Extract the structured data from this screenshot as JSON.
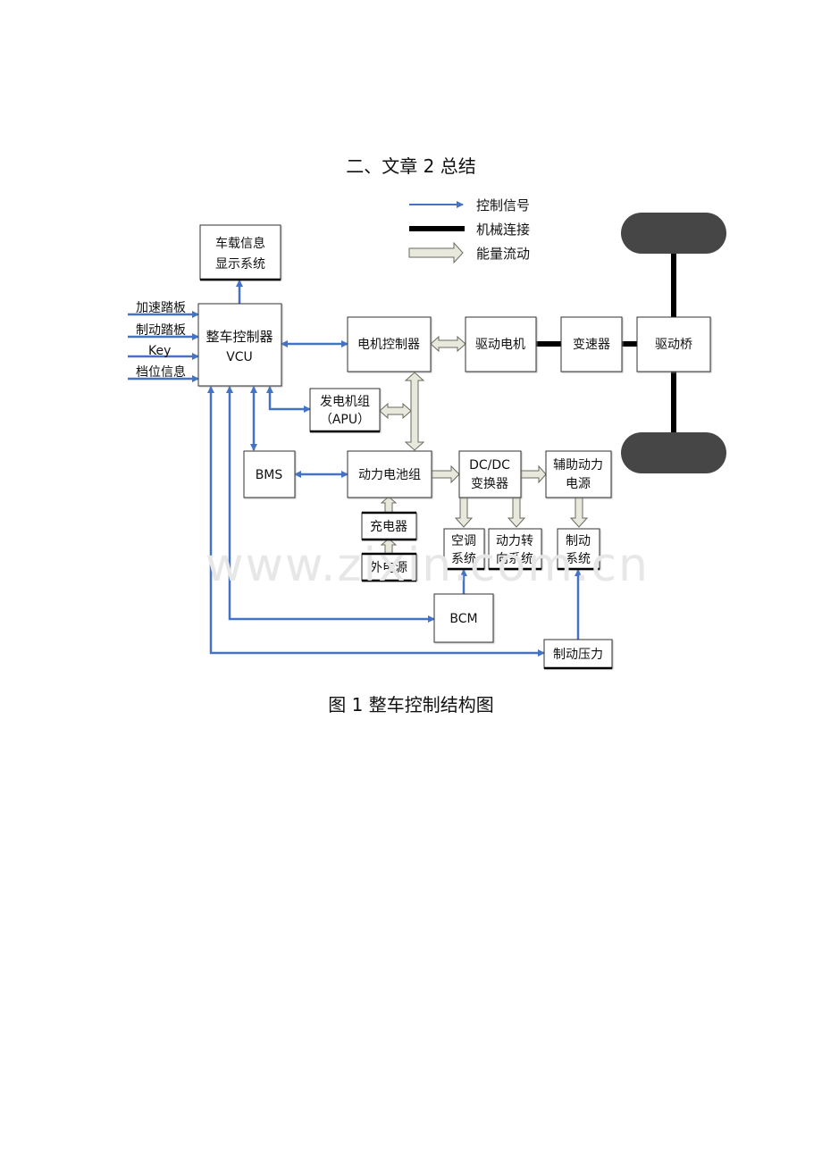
{
  "heading": "二、文章 2 总结",
  "caption": "图 1 整车控制结构图",
  "watermark": "www.zixin.com.cn",
  "legend": {
    "control_signal": "控制信号",
    "mechanical_link": "机械连接",
    "energy_flow": "能量流动"
  },
  "inputs": {
    "accel_pedal": "加速踏板",
    "brake_pedal": "制动踏板",
    "key": "Key",
    "gear_info": "档位信息"
  },
  "blocks": {
    "display": [
      "车载信息",
      "显示系统"
    ],
    "vcu": [
      "整车控制器",
      "VCU"
    ],
    "motor_ctrl": "电机控制器",
    "drive_motor": "驱动电机",
    "transmission": "变速器",
    "drive_axle": "驱动桥",
    "apu": [
      "发电机组",
      "（APU）"
    ],
    "bms": "BMS",
    "battery": "动力电池组",
    "dcdc": [
      "DC/DC",
      "变换器"
    ],
    "aux_power": [
      "辅助动力",
      "电源"
    ],
    "charger": "充电器",
    "ext_power": "外电源",
    "ac": [
      "空调",
      "系统"
    ],
    "steering": [
      "动力转",
      "向系统"
    ],
    "brake_sys": [
      "制动",
      "系统"
    ],
    "bcm": "BCM",
    "brake_pressure": "制动压力"
  },
  "colors": {
    "signal": "#4472c4",
    "energy_fill": "#e8e8dc",
    "energy_stroke": "#6a6a5e",
    "wheel": "#464646"
  }
}
